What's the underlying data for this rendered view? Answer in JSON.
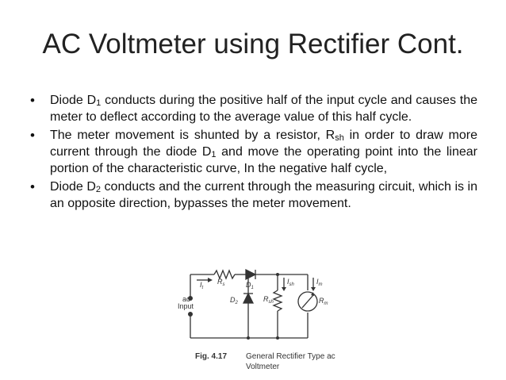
{
  "slide": {
    "title": "AC Voltmeter using Rectifier Cont.",
    "bullets": [
      {
        "parts": [
          "Diode D",
          "1",
          " conducts during the positive half of the input cycle and causes the meter to deflect according to the average value of this half cycle."
        ]
      },
      {
        "parts": [
          "The meter movement is shunted by a resistor, R",
          "sh",
          " in order to draw more current through the diode D",
          "1",
          " and move the operating point into the linear portion of the characteristic curve, In the negative half cycle,"
        ]
      },
      {
        "parts": [
          "Diode D",
          "2",
          " conducts and the current through the measuring circuit, which is in an opposite direction, bypasses the meter movement."
        ]
      }
    ]
  },
  "figure": {
    "label_I": "I",
    "label_I_sub": "t",
    "label_Rs": "R",
    "label_Rs_sub": "s",
    "label_D1": "D",
    "label_D1_sub": "1",
    "label_Ish": "I",
    "label_Ish_sub": "sh",
    "label_Im": "I",
    "label_Im_sub": "m",
    "label_ac": "ac",
    "label_input": "Input",
    "label_D2": "D",
    "label_D2_sub": "2",
    "label_Rsh": "R",
    "label_Rsh_sub": "sh",
    "label_Rm": "R",
    "label_Rm_sub": "m",
    "fig_number": "Fig. 4.17",
    "caption_line1": "General Rectifier Type ac",
    "caption_line2": "Voltmeter"
  }
}
